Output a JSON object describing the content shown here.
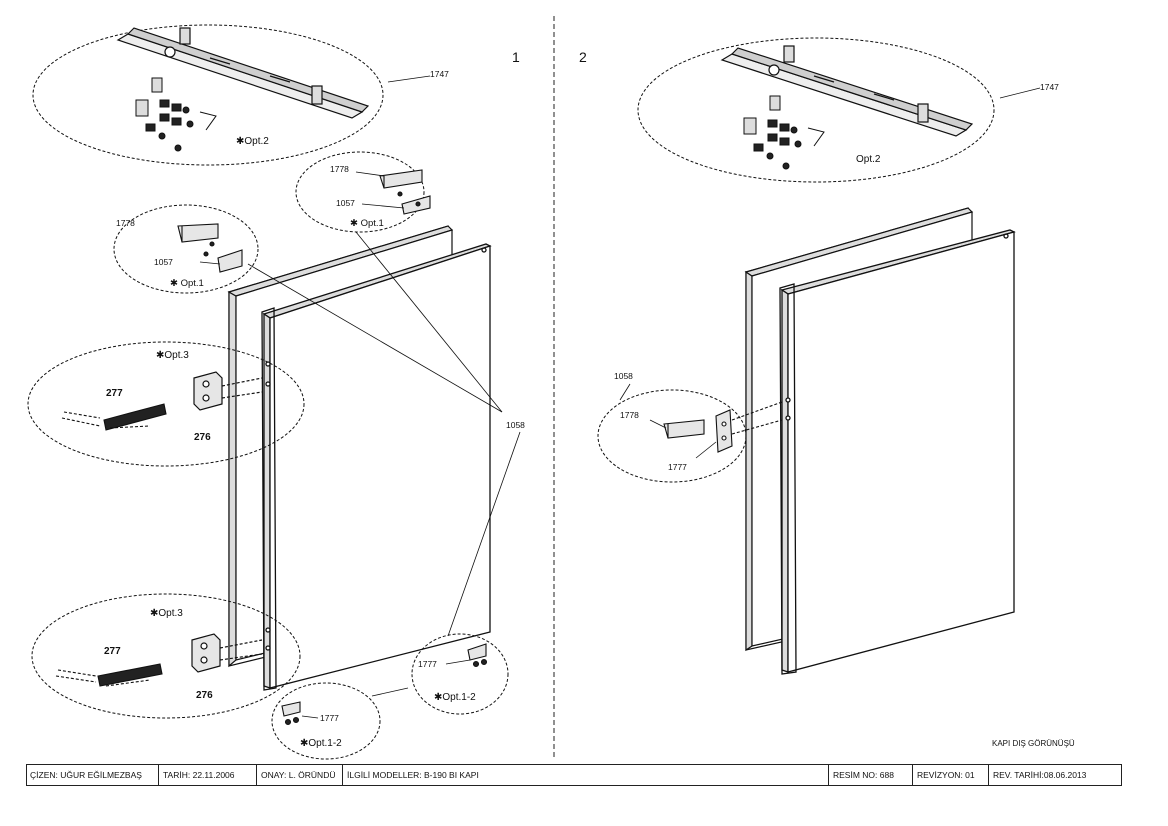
{
  "views": {
    "view1": "1",
    "view2": "2"
  },
  "parts": {
    "p1747": "1747",
    "p1778": "1778",
    "p1057": "1057",
    "p1058": "1058",
    "p277": "277",
    "p276": "276",
    "p1777": "1777"
  },
  "options": {
    "opt1": "✱ Opt.1",
    "opt2": "✱Opt.2",
    "opt2_plain": "Opt.2",
    "opt3": "✱Opt.3",
    "opt12": "✱Opt.1-2"
  },
  "view_caption": "KAPI DIŞ GÖRÜNÜŞÜ",
  "title_block": {
    "cizen": "ÇİZEN: UĞUR EĞİLMEZBAŞ",
    "tarih": "TARİH: 22.11.2006",
    "onay": "ONAY: L. ÖRÜNDÜ",
    "modeller": "İLGİLİ MODELLER: B-190 BI KAPI",
    "resim_no": "RESİM NO: 688",
    "revizyon": "REVİZYON: 01",
    "rev_tarihi": "REV. TARİHİ:08.06.2013"
  }
}
